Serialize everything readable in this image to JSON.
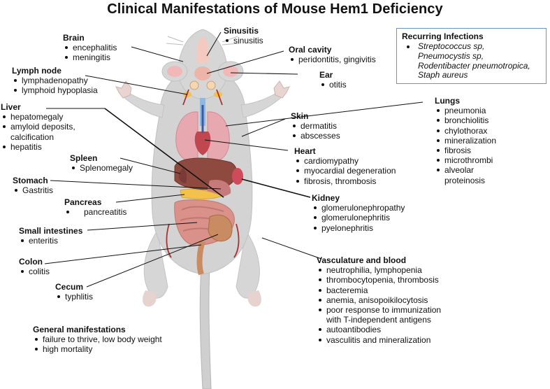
{
  "title": "Clinical Manifestations of Mouse Hem1 Deficiency",
  "infections": {
    "heading": "Recurring Infections",
    "items": [
      "Streptococcus sp,",
      "Pneumocystis sp,",
      "Rodentibacter pneumotropica,",
      "Staph aureus"
    ]
  },
  "sections": {
    "brain": {
      "heading": "Brain",
      "items": [
        "encephalitis",
        "meningitis"
      ]
    },
    "sinusitis": {
      "heading": "Sinusitis",
      "items": [
        "sinusitis"
      ]
    },
    "oral_cavity": {
      "heading": "Oral cavity",
      "items": [
        "peridontitis, gingivitis"
      ]
    },
    "lymph_node": {
      "heading": "Lymph node",
      "items": [
        "lymphadenopathy",
        "lymphoid hypoplasia"
      ]
    },
    "ear": {
      "heading": "Ear",
      "items": [
        "otitis"
      ]
    },
    "lungs": {
      "heading": "Lungs",
      "items": [
        "pneumonia",
        "bronchiolitis",
        "chylothorax",
        "mineralization",
        "fibrosis",
        "microthrombi",
        "alveolar",
        "proteinosis"
      ]
    },
    "liver": {
      "heading": "Liver",
      "items": [
        "hepatomegaly",
        "amyloid deposits,",
        "calcification",
        "hepatitis"
      ]
    },
    "skin": {
      "heading": "Skin",
      "items": [
        "dermatitis",
        "abscesses"
      ]
    },
    "heart": {
      "heading": "Heart",
      "items": [
        "cardiomypathy",
        "myocardial degeneration",
        "fibrosis, thrombosis"
      ]
    },
    "spleen": {
      "heading": "Spleen",
      "items": [
        "Splenomegaly"
      ]
    },
    "stomach": {
      "heading": "Stomach",
      "items": [
        "Gastritis"
      ]
    },
    "kidney": {
      "heading": "Kidney",
      "items": [
        "glomerulonephropathy",
        "glomerulonephritis",
        "pyelonephritis"
      ]
    },
    "pancreas": {
      "heading": "Pancreas",
      "items": [
        "pancreatitis"
      ]
    },
    "small_intestines": {
      "heading": "Small intestines",
      "items": [
        "enteritis"
      ]
    },
    "vasculature": {
      "heading": "Vasculature and blood",
      "items": [
        "neutrophilia, lymphopenia",
        "thrombocytopenia, thrombosis",
        "bacteremia",
        "anemia, anisopoikilocytosis",
        "poor response to immunization",
        "with T-independent antigens",
        "autoantibodies",
        "vasculitis and mineralization"
      ]
    },
    "colon": {
      "heading": "Colon",
      "items": [
        "colitis"
      ]
    },
    "cecum": {
      "heading": "Cecum",
      "items": [
        "typhlitis"
      ]
    },
    "general": {
      "heading": "General manifestations",
      "items": [
        "failure to thrive, low body weight",
        "high mortality"
      ]
    }
  },
  "colors": {
    "fur": "#d3d3d3",
    "ear_pink": "#f2b8b8",
    "liver": "#8f4a40",
    "lungs": "#e7a8b0",
    "intestine": "#d9918a",
    "cecum": "#c98b62",
    "stomach": "#c77a7a",
    "pancreas": "#f2c24a",
    "kidney": "#cf4a5a",
    "box_border": "#6f93be"
  }
}
